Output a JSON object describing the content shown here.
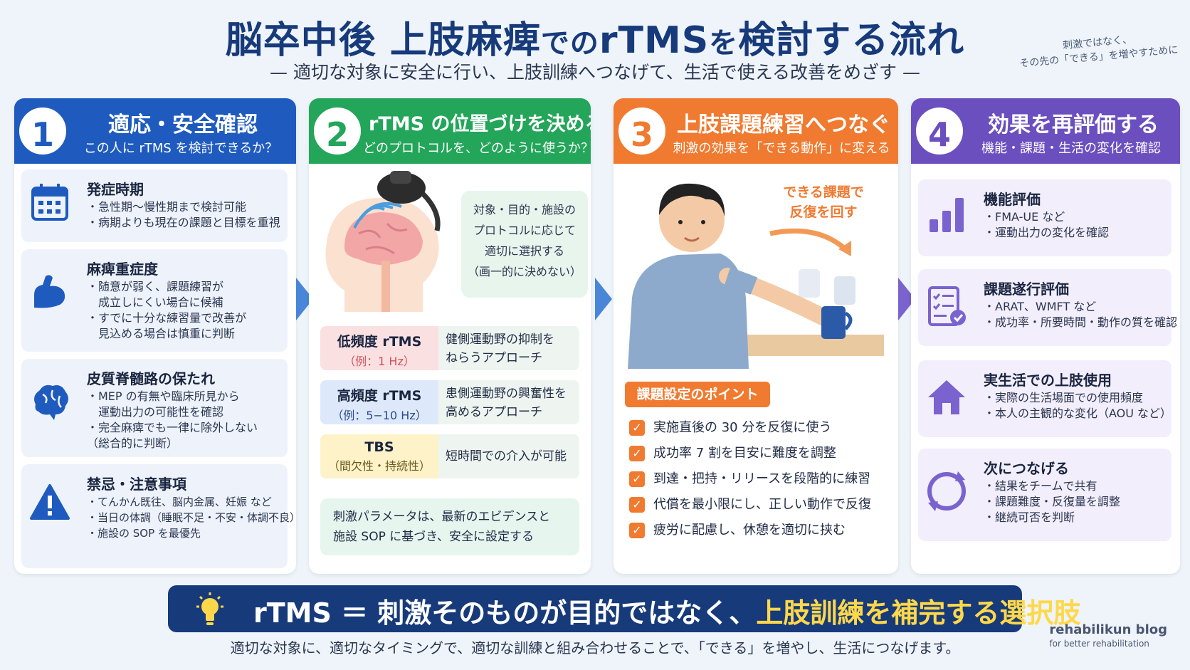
{
  "title": {
    "p1": "脳卒中後 上肢麻痺",
    "p2": "での",
    "p3": "rTMS",
    "p4": "を",
    "p5": "検討する流れ"
  },
  "subtitle": "— 適切な対象に安全に行い、上肢訓練へつなげて、生活で使える改善をめざす —",
  "side_note": {
    "line1": "刺激ではなく、",
    "line2": "その先の「できる」を増やすために"
  },
  "steps": [
    {
      "num": "1",
      "title": "適応・安全確認",
      "sub": "この人に rTMS を検討できるか？",
      "color": "#1f5bbf",
      "cards": [
        {
          "icon": "calendar-icon",
          "title": "発症時期",
          "lines": [
            "・急性期〜慢性期まで検討可能",
            "・病期よりも現在の課題と目標を重視"
          ]
        },
        {
          "icon": "muscle-arm-icon",
          "title": "麻痺重症度",
          "lines": [
            "・随意が弱く、課題練習が",
            "　成立しにくい場合に候補",
            "・すでに十分な練習量で改善が",
            "　見込める場合は慎重に判断"
          ]
        },
        {
          "icon": "brain-icon",
          "title": "皮質脊髄路の保たれ",
          "lines": [
            "・MEP の有無や臨床所見から",
            "　運動出力の可能性を確認",
            "・完全麻痺でも一律に除外しない",
            "（総合的に判断）"
          ]
        },
        {
          "icon": "warning-icon",
          "title": "禁忌・注意事項",
          "lines": [
            "・てんかん既往、脳内金属、妊娠 など",
            "・当日の体調（睡眠不足・不安・体調不良）",
            "・施設の SOP を最優先"
          ]
        }
      ]
    },
    {
      "num": "2",
      "title": "rTMS の位置づけを決める",
      "sub": "どのプロトコルを、どのように使うか？",
      "color": "#23a55a",
      "speech": [
        "対象・目的・施設の",
        "プロトコルに応じて",
        "適切に選択する",
        "（画一的に決めない）"
      ],
      "protocols": [
        {
          "name": "低頻度 rTMS",
          "example": "（例：1 Hz）",
          "desc1": "健側運動野の抑制を",
          "desc2": "ねらうアプローチ",
          "bg": "#fbe0e2"
        },
        {
          "name": "高頻度 rTMS",
          "example": "（例：5−10 Hz）",
          "desc1": "患側運動野の興奮性を",
          "desc2": "高めるアプローチ",
          "bg": "#dde9fb"
        },
        {
          "name": "TBS",
          "example": "（間欠性・持続性）",
          "desc1": "短時間での介入が可能",
          "desc2": "",
          "bg": "#fdf2c8"
        }
      ],
      "param": [
        "刺激パラメータは、最新のエビデンスと",
        "施設 SOP に基づき、安全に設定する"
      ]
    },
    {
      "num": "3",
      "title": "上肢課題練習へつなぐ",
      "sub": "刺激の効果を「できる動作」に変える",
      "color": "#f07a30",
      "bubble": [
        "できる課題で",
        "反復を回す"
      ],
      "point_label": "課題設定のポイント",
      "checks": [
        "実施直後の 30 分を反復に使う",
        "成功率 7 割を目安に難度を調整",
        "到達・把持・リリースを段階的に練習",
        "代償を最小限にし、正しい動作で反復",
        "疲労に配慮し、休憩を適切に挟む"
      ]
    },
    {
      "num": "4",
      "title": "効果を再評価する",
      "sub": "機能・課題・生活の変化を確認",
      "color": "#6b4fbf",
      "cards": [
        {
          "icon": "bar-chart-icon",
          "title": "機能評価",
          "lines": [
            "・FMA-UE など",
            "・運動出力の変化を確認"
          ]
        },
        {
          "icon": "checklist-icon",
          "title": "課題遂行評価",
          "lines": [
            "・ARAT、WMFT など",
            "・成功率・所要時間・動作の質を確認"
          ]
        },
        {
          "icon": "house-icon",
          "title": "実生活での上肢使用",
          "lines": [
            "・実際の生活場面での使用頻度",
            "・本人の主観的な変化（AOU など）"
          ]
        },
        {
          "icon": "cycle-arrows-icon",
          "title": "次につなげる",
          "lines": [
            "・結果をチームで共有",
            "・課題難度・反復量を調整",
            "・継続可否を判断"
          ]
        }
      ]
    }
  ],
  "banner": {
    "p1": "rTMS ＝ 刺激そのものが目的ではなく、",
    "p2": "上肢訓練を補完する選択肢"
  },
  "footer": "適切な対象に、適切なタイミングで、適切な訓練と組み合わせることで、「できる」を増やし、生活につなげます。",
  "brand": {
    "name": "rehabilikun blog",
    "tagline": "for better rehabilitation"
  }
}
